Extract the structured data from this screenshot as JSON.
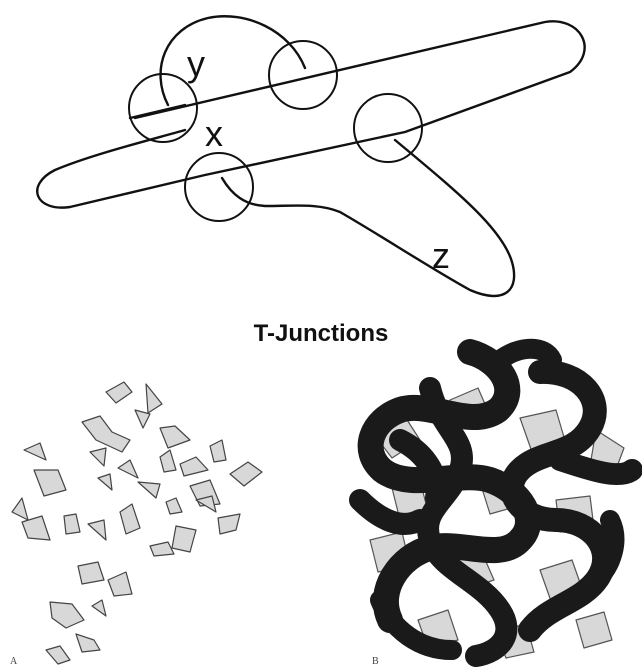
{
  "top_figure": {
    "region_labels": [
      "y",
      "x",
      "z"
    ]
  },
  "caption": "T-Junctions",
  "bottom_left_panel": {
    "letter": "A"
  },
  "bottom_right_panel": {
    "letter": "B"
  },
  "colors": {
    "ink": "#111111",
    "fragment_fill": "#d8d8d8",
    "occluder": "#1a1a1a"
  }
}
